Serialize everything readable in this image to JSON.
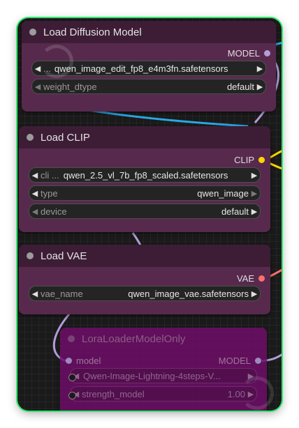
{
  "colors": {
    "accent_frame": "#2ee86a",
    "model_slot": "#b39ddb",
    "clip_slot": "#ffd500",
    "vae_slot": "#ff6e6e",
    "node_body": "#572a4d",
    "node_header": "#3d1d36",
    "lora_body": "#6e0e68"
  },
  "nodes": {
    "load_diffusion": {
      "title": "Load Diffusion Model",
      "output_label": "MODEL",
      "unet_prefix": "...",
      "unet_value": "qwen_image_edit_fp8_e4m3fn.safetensors",
      "dtype_label": "weight_dtype",
      "dtype_value": "default"
    },
    "load_clip": {
      "title": "Load CLIP",
      "output_label": "CLIP",
      "clip_label": "cli ...",
      "clip_value": "qwen_2.5_vl_7b_fp8_scaled.safetensors",
      "type_label": "type",
      "type_value": "qwen_image",
      "device_label": "device",
      "device_value": "default"
    },
    "load_vae": {
      "title": "Load VAE",
      "output_label": "VAE",
      "vae_label": "vae_name",
      "vae_value": "qwen_image_vae.safetensors"
    },
    "lora_loader": {
      "title": "LoraLoaderModelOnly",
      "input_label": "model",
      "output_label": "MODEL",
      "lora_value": "Qwen-Image-Lightning-4steps-V...",
      "strength_label": "strength_model",
      "strength_value": "1.00"
    }
  },
  "icons": {
    "left_arrow": "◀",
    "right_arrow": "▶"
  }
}
